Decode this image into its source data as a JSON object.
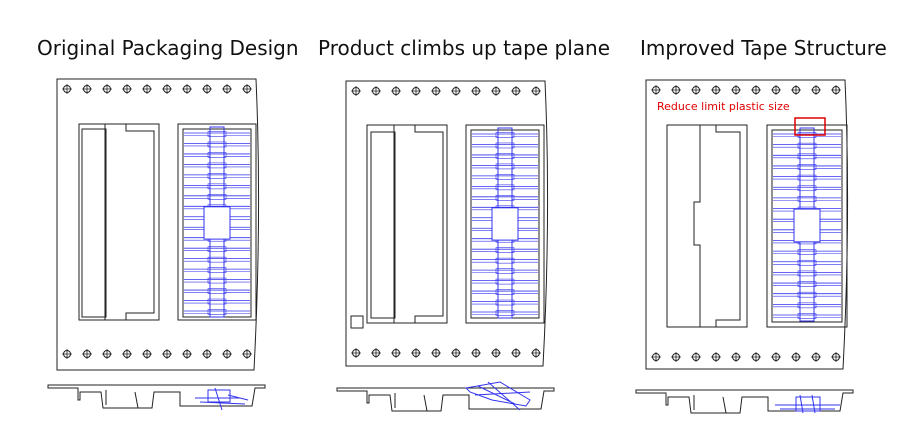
{
  "panels": [
    {
      "title": "Original Packaging Design"
    },
    {
      "title": "Product climbs up tape plane"
    },
    {
      "title": "Improved Tape Structure"
    }
  ],
  "annotation": {
    "text": "Reduce limit plastic size",
    "color": "#e00000"
  },
  "colors": {
    "outline": "#222222",
    "part": "#3333ee",
    "highlight": "#e00000"
  }
}
